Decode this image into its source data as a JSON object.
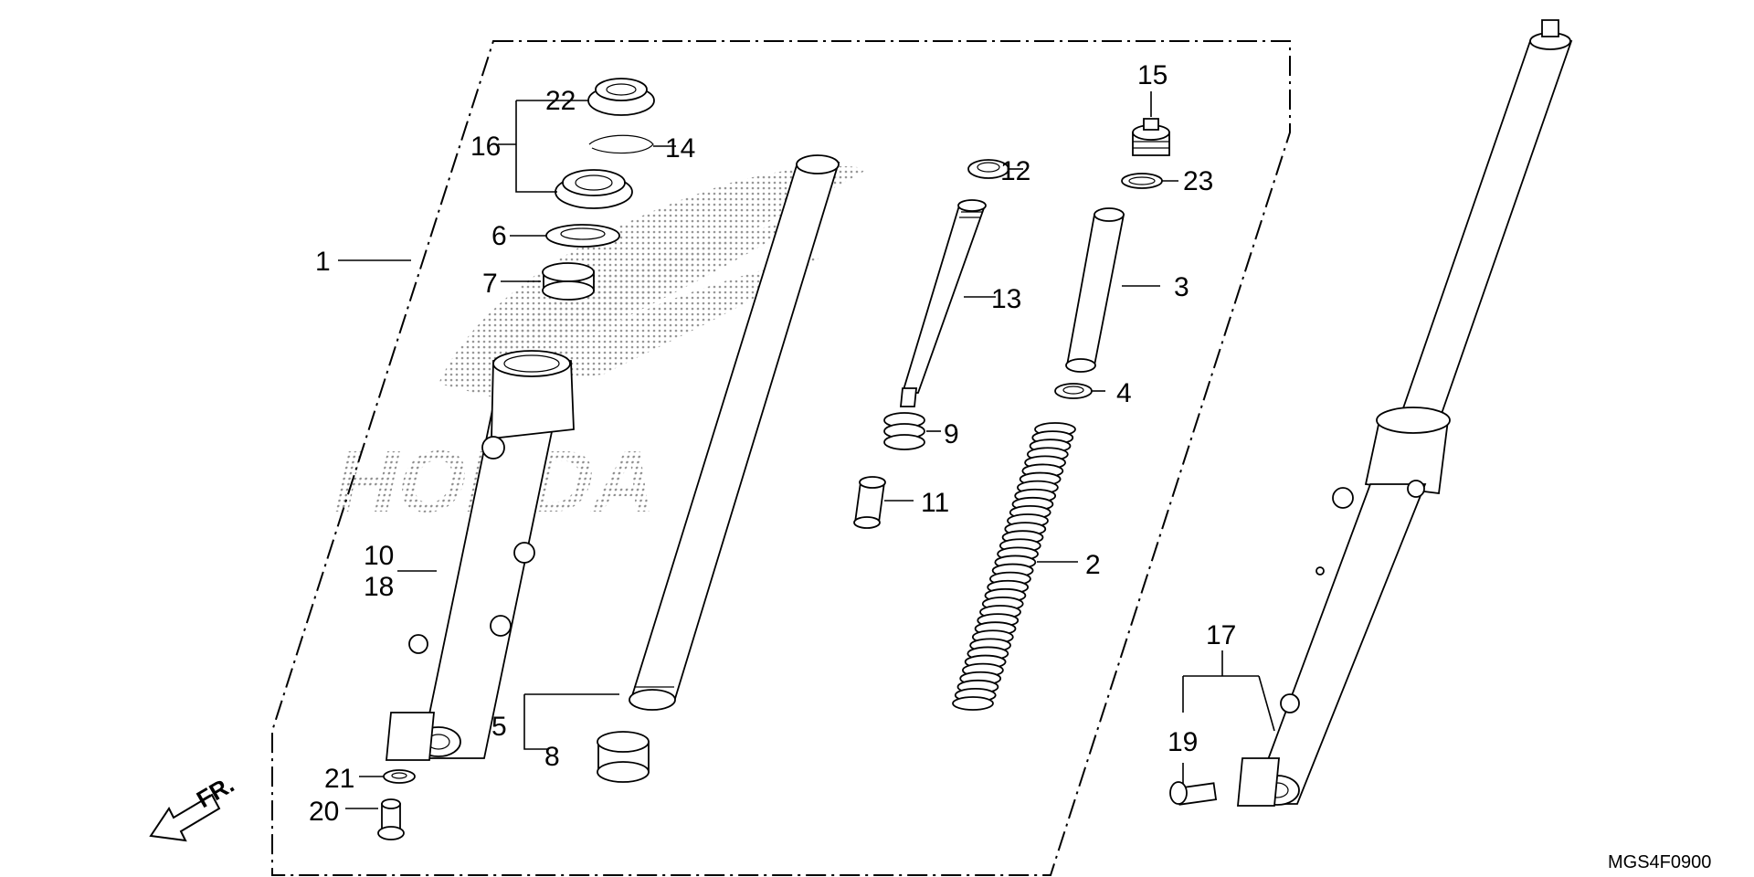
{
  "diagram": {
    "callouts": {
      "c1": "1",
      "c2": "2",
      "c3": "3",
      "c4": "4",
      "c5": "5",
      "c6": "6",
      "c7": "7",
      "c8": "8",
      "c9": "9",
      "c10": "10",
      "c11": "11",
      "c12": "12",
      "c13": "13",
      "c14": "14",
      "c15": "15",
      "c16": "16",
      "c17": "17",
      "c18": "18",
      "c19": "19",
      "c20": "20",
      "c21": "21",
      "c22": "22",
      "c23": "23"
    },
    "front_arrow_label": "FR.",
    "diagram_code": "MGS4F0900",
    "watermark_brand": "HONDA"
  },
  "colors": {
    "line": "#000000",
    "background": "#ffffff",
    "watermark": "#9a9a9a"
  },
  "icons": {
    "front_arrow": "front-direction-arrow-icon",
    "watermark_logo": "wing-logo-icon"
  }
}
